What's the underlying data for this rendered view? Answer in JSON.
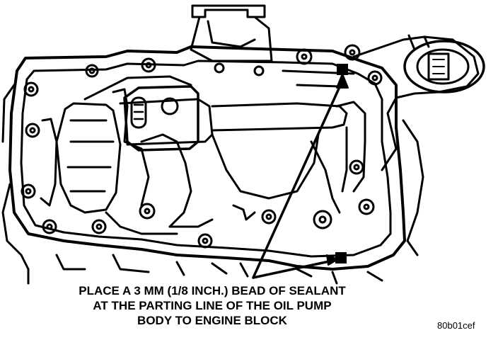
{
  "callout": {
    "line1": "PLACE A 3 MM (1/8 INCH.) BEAD OF SEALANT",
    "line2": "AT THE PARTING LINE OF THE OIL PUMP",
    "line3": "BODY TO ENGINE BLOCK"
  },
  "figure_id": "80b01cef",
  "colors": {
    "ink": "#000000",
    "paper": "#ffffff"
  }
}
